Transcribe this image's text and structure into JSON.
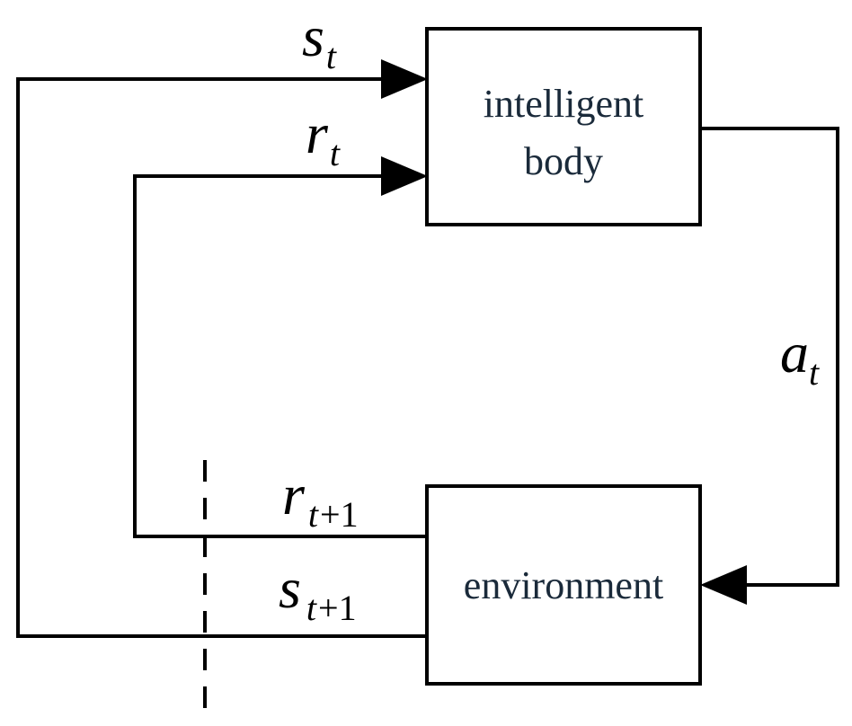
{
  "nodes": {
    "agent": {
      "line1": "intelligent",
      "line2": "body"
    },
    "environment": {
      "label": "environment"
    }
  },
  "signals": {
    "state_t": {
      "symbol": "s",
      "subscript": "t"
    },
    "reward_t": {
      "symbol": "r",
      "subscript": "t"
    },
    "action_t": {
      "symbol": "a",
      "subscript": "t"
    },
    "reward_next": {
      "symbol": "r",
      "subscript_var": "t",
      "subscript_rest": "+1"
    },
    "state_next": {
      "symbol": "s",
      "subscript_var": "t",
      "subscript_rest": "+1"
    }
  }
}
